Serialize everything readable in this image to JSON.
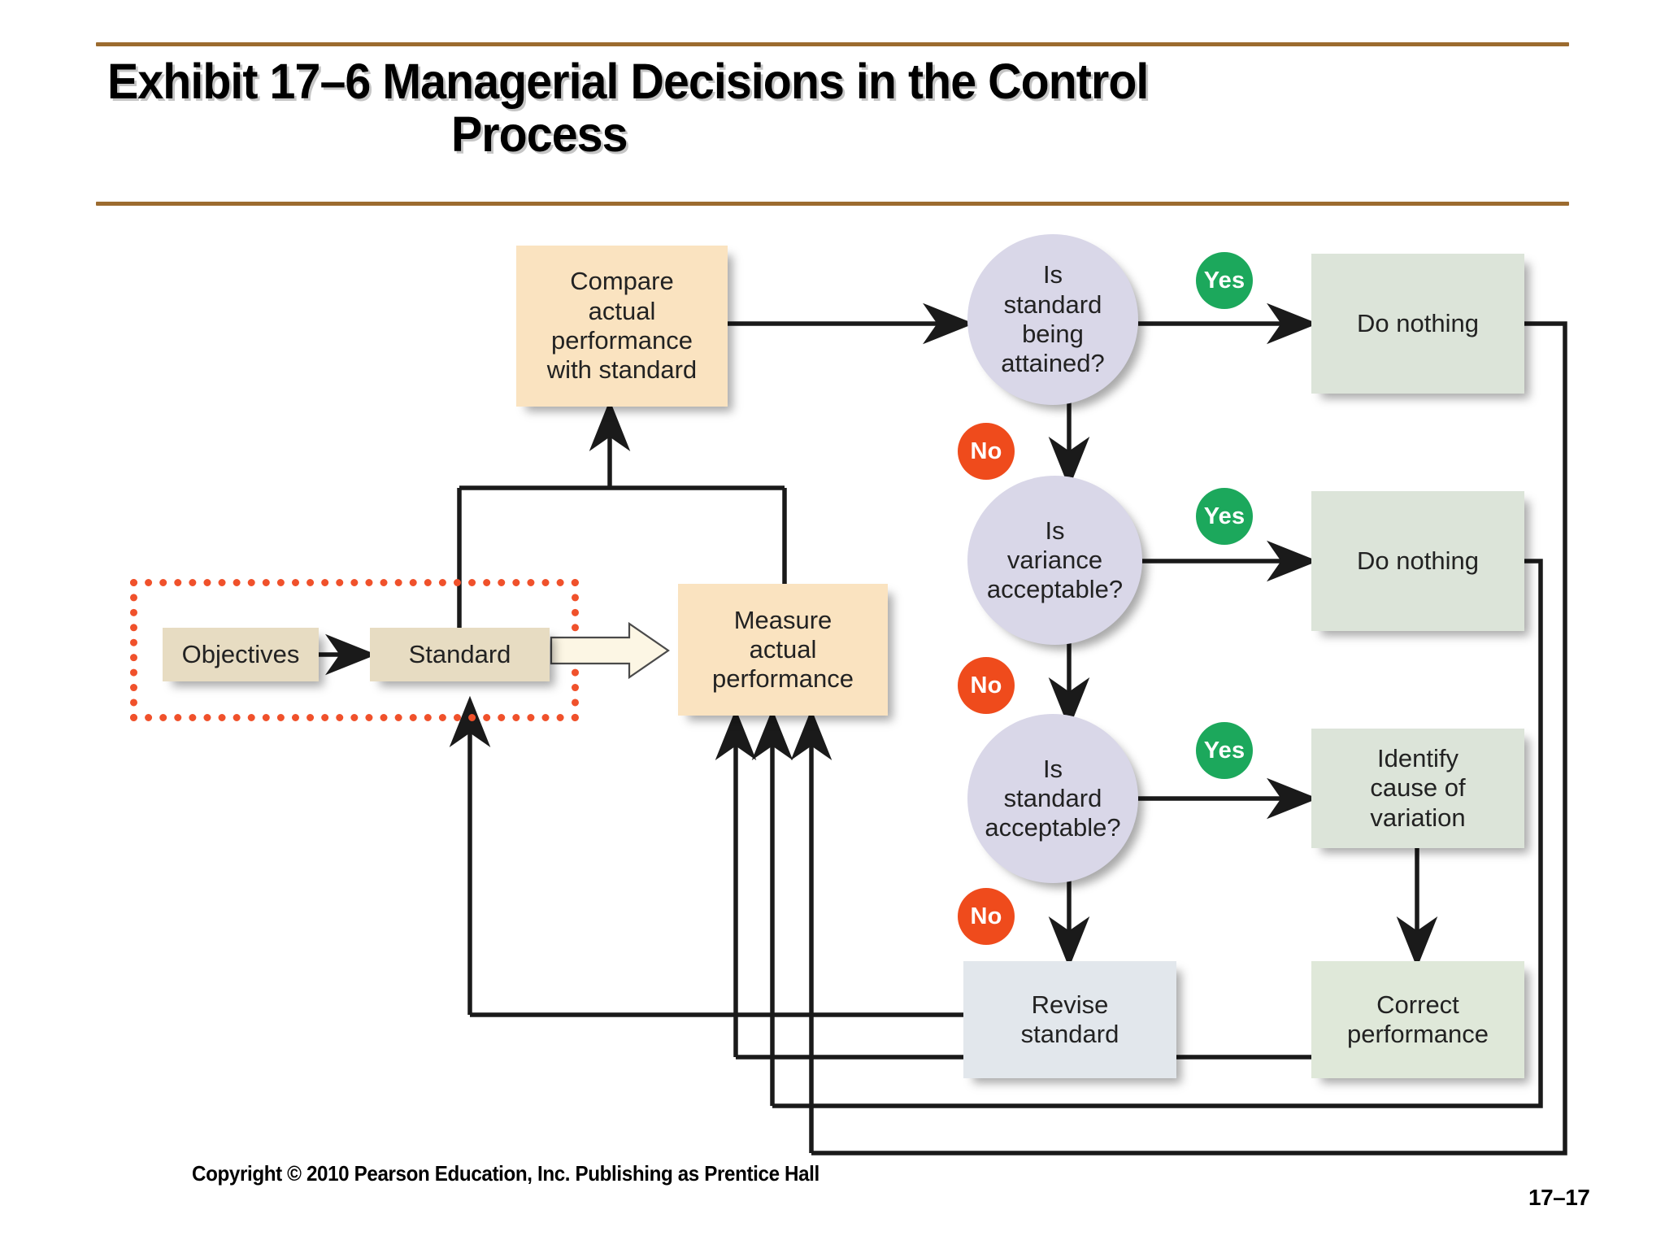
{
  "slide": {
    "title_line1": "Exhibit 17–6   Managerial Decisions in the Control",
    "title_line2": "Process",
    "footer": "Copyright © 2010 Pearson Education, Inc. Publishing as Prentice Hall",
    "page_number": "17–17",
    "accent_rule_color": "#9C6B2F"
  },
  "colors": {
    "peach_box": "#FAE3C0",
    "tan_box": "#E7DCC2",
    "green_box": "#DCE4D9",
    "bluegray_box": "#E2E7EC",
    "light_green_box": "#DFE8D9",
    "decision_ellipse": "#D9D7E8",
    "yes_badge": "#1CA85C",
    "no_badge": "#EF4B1C",
    "highlight_dotted_border": "#F0512B",
    "connector_line": "#1A1A1A"
  },
  "diagram": {
    "type": "flowchart",
    "name": "managerial-decisions-in-the-control-process",
    "nodes": [
      {
        "id": "objectives",
        "label": "Objectives",
        "shape": "rect",
        "style": "tan"
      },
      {
        "id": "standard",
        "label": "Standard",
        "shape": "rect",
        "style": "tan"
      },
      {
        "id": "measure",
        "label": "Measure\nactual\nperformance",
        "shape": "rect",
        "style": "peach"
      },
      {
        "id": "compare",
        "label": "Compare\nactual\nperformance\nwith standard",
        "shape": "rect",
        "style": "peach"
      },
      {
        "id": "d1",
        "label": "Is\nstandard\nbeing\nattained?",
        "shape": "ellipse",
        "style": "decision"
      },
      {
        "id": "d2",
        "label": "Is\nvariance\nacceptable?",
        "shape": "ellipse",
        "style": "decision"
      },
      {
        "id": "d3",
        "label": "Is\nstandard\nacceptable?",
        "shape": "ellipse",
        "style": "decision"
      },
      {
        "id": "nothing1",
        "label": "Do nothing",
        "shape": "rect",
        "style": "green"
      },
      {
        "id": "nothing2",
        "label": "Do nothing",
        "shape": "rect",
        "style": "green"
      },
      {
        "id": "identify",
        "label": "Identify\ncause of\nvariation",
        "shape": "rect",
        "style": "green"
      },
      {
        "id": "revise",
        "label": "Revise\nstandard",
        "shape": "rect",
        "style": "bluegray"
      },
      {
        "id": "correct",
        "label": "Correct\nperformance",
        "shape": "rect",
        "style": "light_green"
      }
    ],
    "edge_labels": [
      {
        "id": "yes1",
        "text": "Yes",
        "from": "d1",
        "to": "nothing1"
      },
      {
        "id": "no1",
        "text": "No",
        "from": "d1",
        "to": "d2"
      },
      {
        "id": "yes2",
        "text": "Yes",
        "from": "d2",
        "to": "nothing2"
      },
      {
        "id": "no2",
        "text": "No",
        "from": "d2",
        "to": "d3"
      },
      {
        "id": "yes3",
        "text": "Yes",
        "from": "d3",
        "to": "identify"
      },
      {
        "id": "no3",
        "text": "No",
        "from": "d3",
        "to": "revise"
      }
    ],
    "edges": [
      {
        "from": "objectives",
        "to": "standard"
      },
      {
        "from": "standard",
        "to": "measure"
      },
      {
        "from": "measure",
        "to": "compare"
      },
      {
        "from": "compare",
        "to": "d1"
      },
      {
        "from": "identify",
        "to": "correct"
      },
      {
        "from": "nothing1",
        "to": "measure",
        "kind": "feedback"
      },
      {
        "from": "nothing2",
        "to": "measure",
        "kind": "feedback"
      },
      {
        "from": "correct",
        "to": "measure",
        "kind": "feedback"
      },
      {
        "from": "revise",
        "to": "standard",
        "kind": "feedback"
      }
    ],
    "highlight_group": {
      "label": "",
      "members": [
        "objectives",
        "standard"
      ],
      "border": "dotted"
    }
  }
}
